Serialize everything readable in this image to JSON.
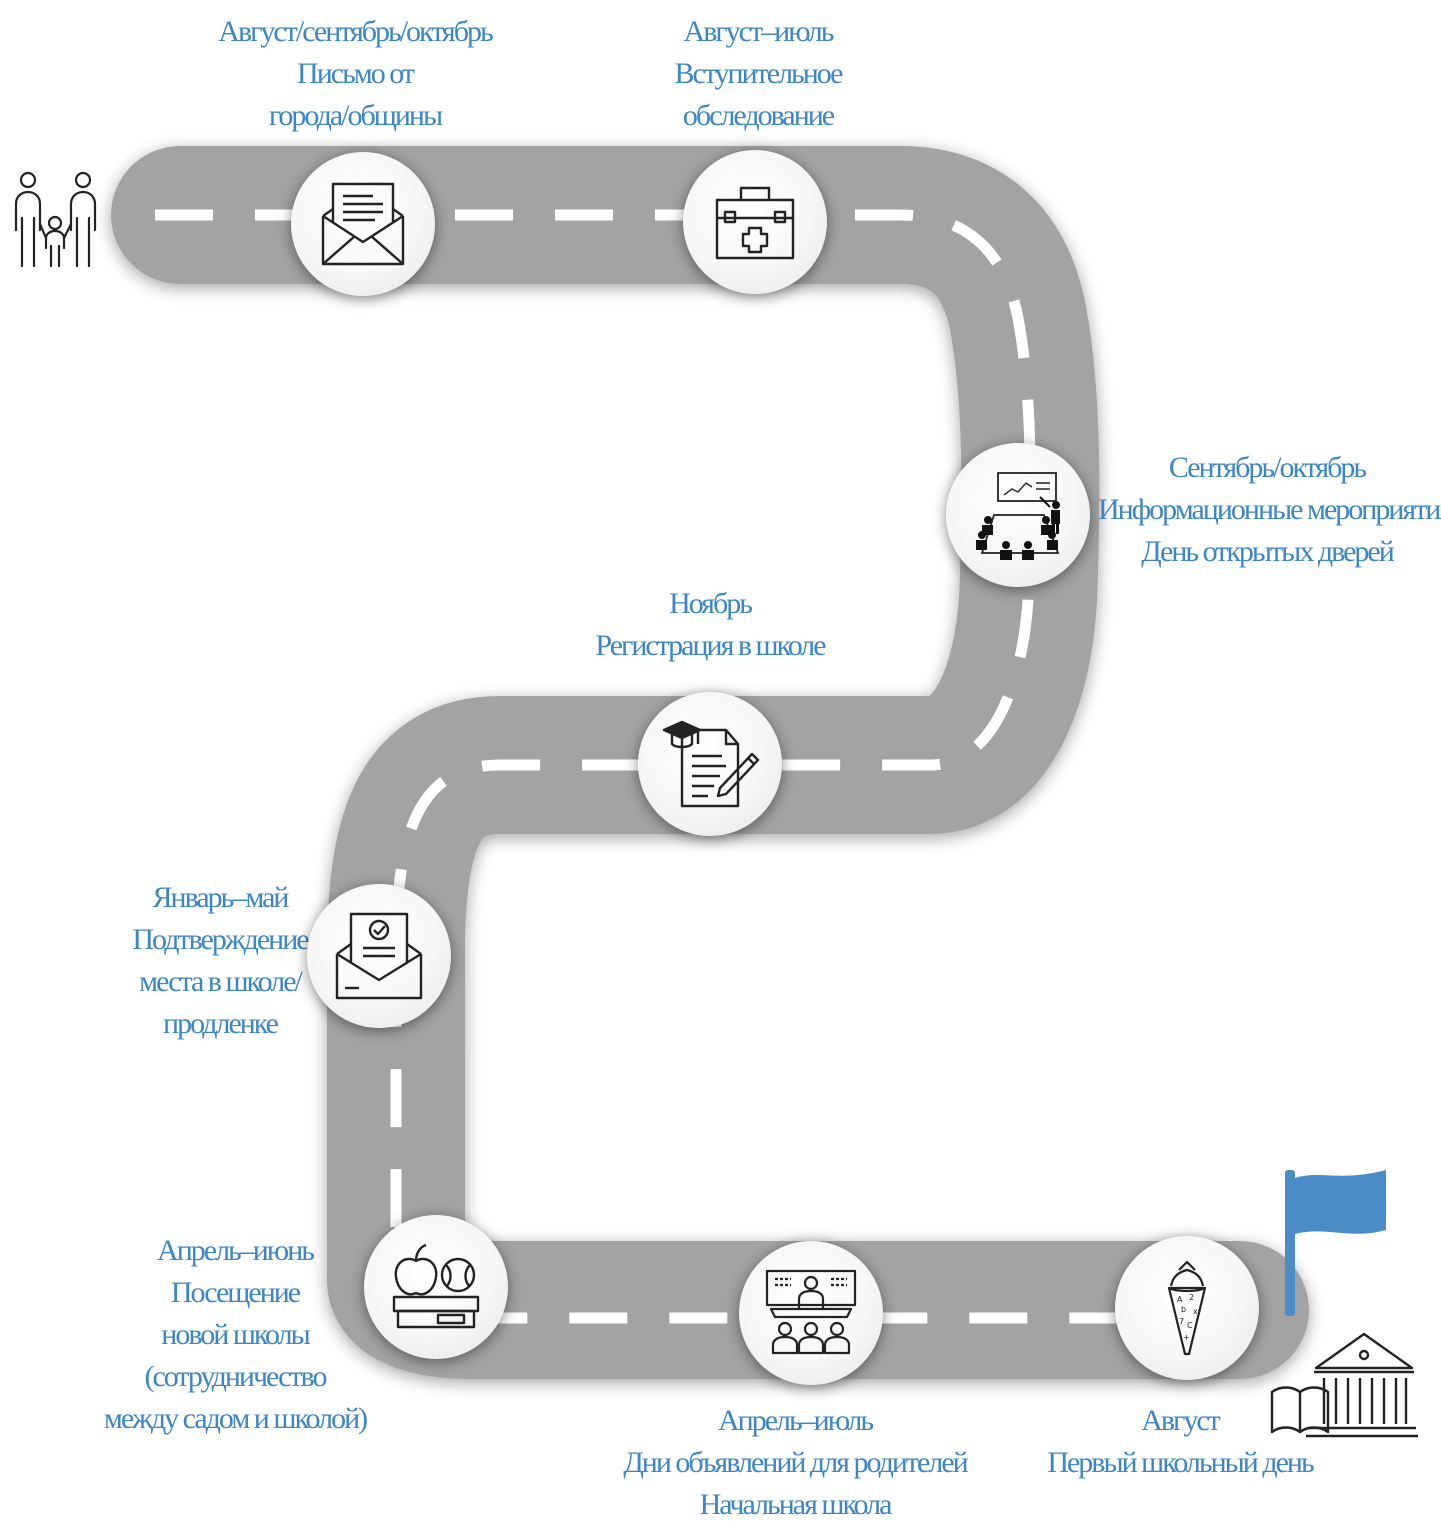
{
  "steps": [
    {
      "id": "letter",
      "lines": [
        "Август/сентябрь/октябрь",
        "Письмо от",
        "города/общины"
      ],
      "icon": "envelope-letter-icon"
    },
    {
      "id": "medical",
      "lines": [
        "Август–июль",
        "Вступительное",
        "обследование"
      ],
      "icon": "medical-kit-icon"
    },
    {
      "id": "info",
      "lines": [
        "Сентябрь/октябрь",
        "Информационные мероприятия",
        "День открытых дверей"
      ],
      "icon": "presentation-meeting-icon"
    },
    {
      "id": "registration",
      "lines": [
        "Ноябрь",
        "Регистрация в школе"
      ],
      "icon": "registration-document-icon"
    },
    {
      "id": "confirmation",
      "lines": [
        "Январь–май",
        "Подтверждение",
        "места в школе/",
        "продленке"
      ],
      "icon": "confirmation-mail-icon"
    },
    {
      "id": "visit",
      "lines": [
        "Апрель–июнь",
        "Посещение",
        "новой школы",
        "(сотрудничество",
        "между садом и школой)"
      ],
      "icon": "school-supplies-icon"
    },
    {
      "id": "parents",
      "lines": [
        "Апрель–июль",
        "Дни объявлений для родителей",
        "Начальная школа"
      ],
      "icon": "classroom-icon"
    },
    {
      "id": "first_day",
      "lines": [
        "Август",
        "Первый школьный день"
      ],
      "icon": "school-cone-icon"
    }
  ],
  "start_icon": "family-icon",
  "end_icons": [
    "finish-flag-icon",
    "school-building-icon"
  ],
  "colors": {
    "road": "#a3a3a3",
    "road_dash": "#ffffff",
    "label_text": "#3d86c6",
    "flag": "#4a8bc8",
    "icon_stroke": "#222222"
  }
}
